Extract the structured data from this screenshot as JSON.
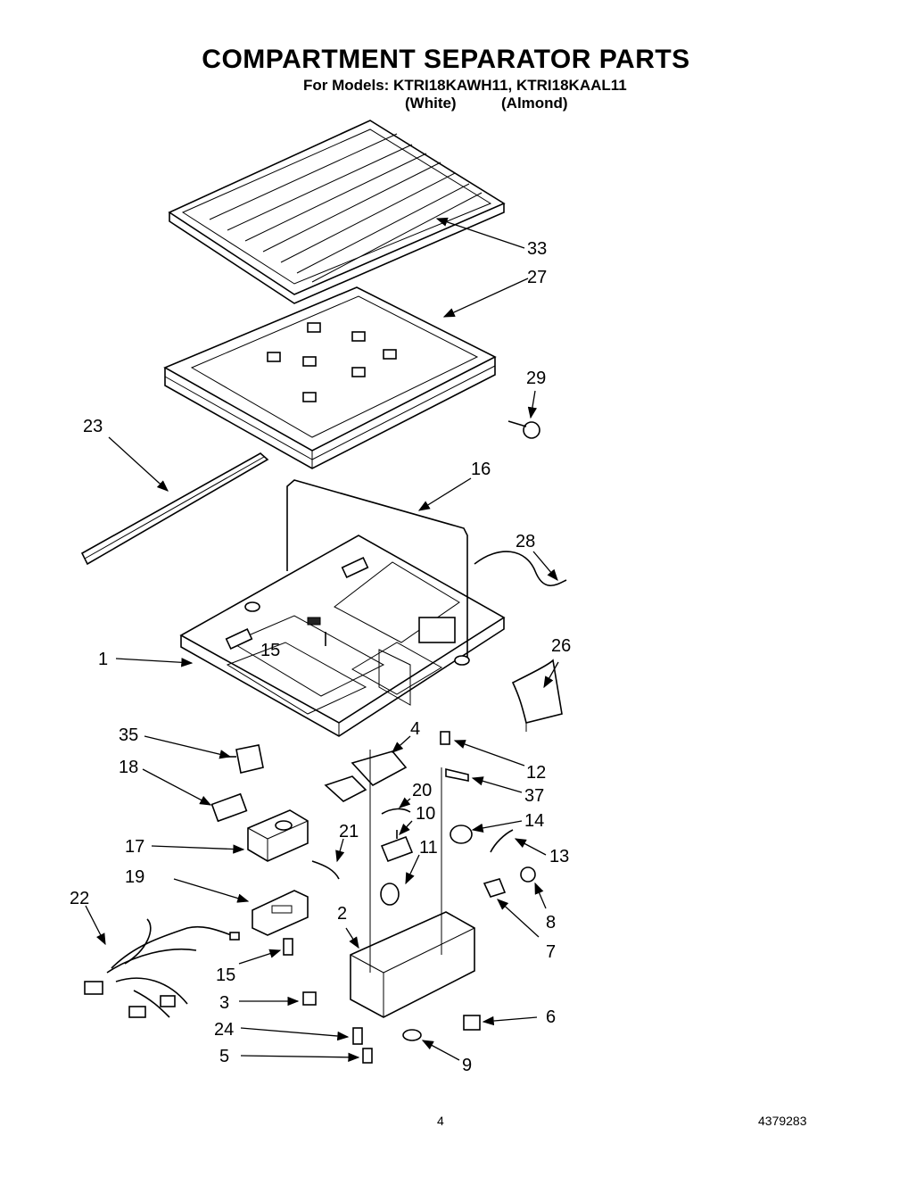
{
  "header": {
    "title": "COMPARTMENT SEPARATOR PARTS",
    "models_line": "For Models: KTRI18KAWH11, KTRI18KAAL11",
    "color_white": "(White)",
    "color_almond": "(Almond)"
  },
  "footer": {
    "page_number": "4",
    "document_number": "4379283"
  },
  "callouts": {
    "c33": "33",
    "c27": "27",
    "c29": "29",
    "c23": "23",
    "c16": "16",
    "c28": "28",
    "c1": "1",
    "c15a": "15",
    "c26": "26",
    "c35": "35",
    "c4": "4",
    "c12": "12",
    "c18": "18",
    "c37": "37",
    "c20": "20",
    "c10": "10",
    "c14": "14",
    "c17": "17",
    "c21": "21",
    "c11": "11",
    "c13": "13",
    "c19": "19",
    "c8": "8",
    "c22": "22",
    "c2": "2",
    "c7": "7",
    "c15b": "15",
    "c3": "3",
    "c6": "6",
    "c24": "24",
    "c9": "9",
    "c5": "5"
  }
}
